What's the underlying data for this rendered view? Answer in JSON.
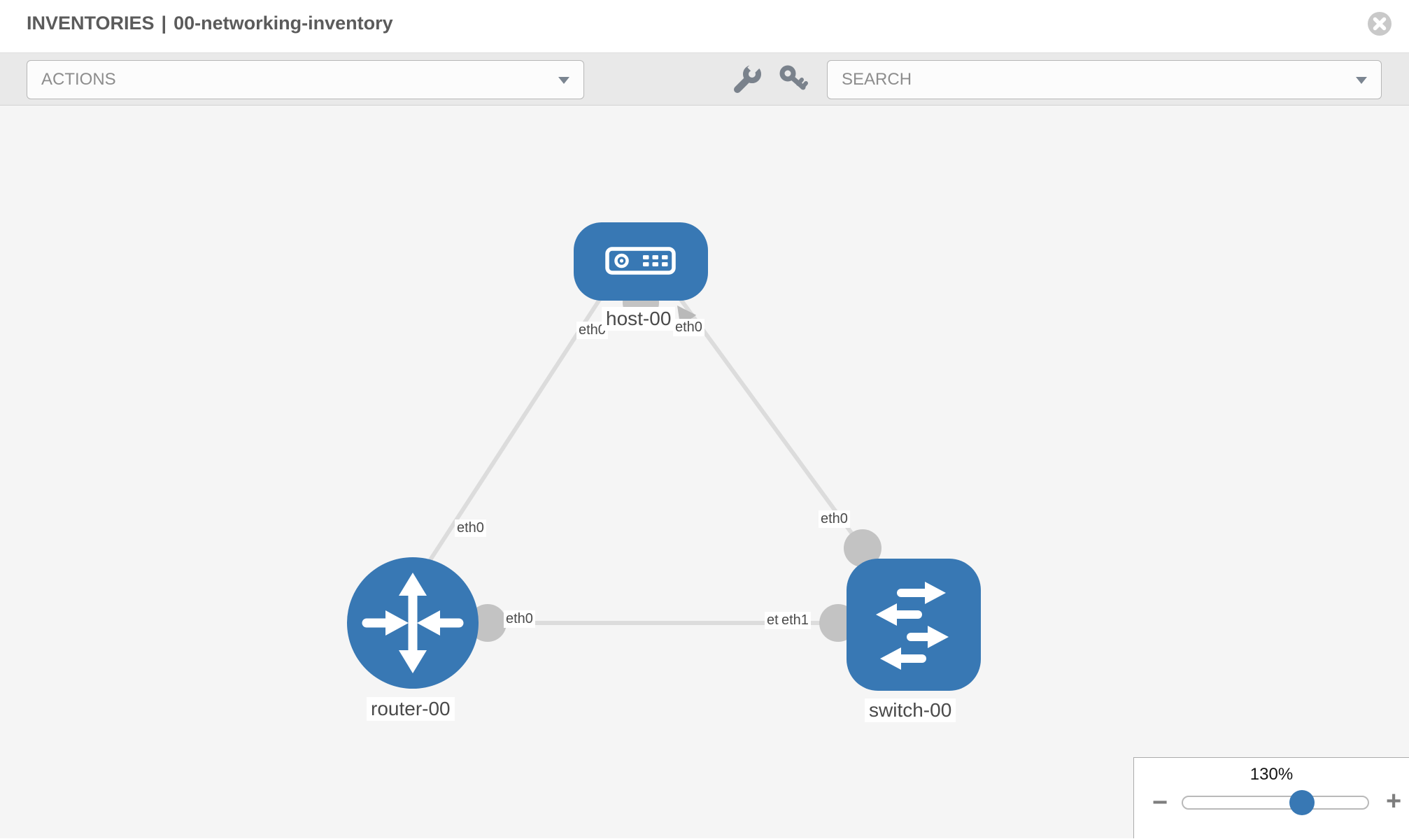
{
  "header": {
    "section": "INVENTORIES",
    "separator": "|",
    "inventory_name": "00-networking-inventory"
  },
  "toolbar": {
    "actions_label": "ACTIONS",
    "search_placeholder": "SEARCH",
    "icons": [
      "wrench-icon",
      "key-icon",
      "chevron-down-icon"
    ]
  },
  "topology": {
    "nodes": [
      {
        "id": "host-00",
        "label": "host-00",
        "type": "host",
        "icon": "server-icon"
      },
      {
        "id": "router-00",
        "label": "router-00",
        "type": "router",
        "icon": "router-arrows-icon"
      },
      {
        "id": "switch-00",
        "label": "switch-00",
        "type": "switch",
        "icon": "switch-arrows-icon"
      }
    ],
    "links": [
      {
        "source": "router-00",
        "target": "host-00",
        "source_interface": "eth0",
        "target_interface": "eth0"
      },
      {
        "source": "switch-00",
        "target": "host-00",
        "source_interface": "eth0",
        "target_interface": "eth0"
      },
      {
        "source": "router-00",
        "target": "switch-00",
        "source_interface": "eth0",
        "target_interface": "eth1",
        "occluded_interface_label": "eth0"
      }
    ]
  },
  "zoom_control": {
    "level": "130%",
    "zoom_out": "−",
    "zoom_in": "+"
  },
  "colors": {
    "node_blue": "#3878b4",
    "link_gray": "#dcdcdc",
    "port_dot_gray": "#c3c3c3",
    "arrowhead_gray": "#b9b9b9",
    "canvas_bg": "#f5f5f5",
    "toolbar_bg": "#e9e9e9",
    "label_text": "#4a4a4a",
    "title_text": "#5b5b5b",
    "slider_handle": "#3878b4"
  }
}
